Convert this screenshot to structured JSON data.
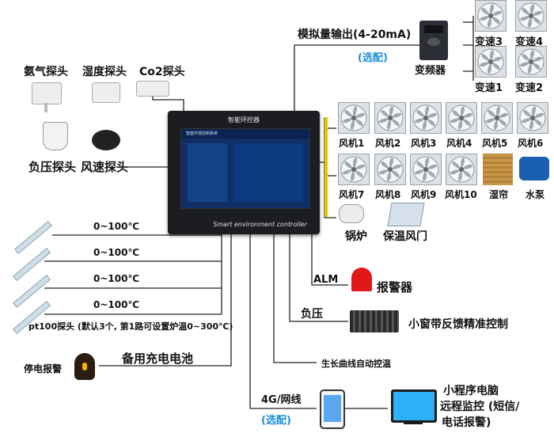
{
  "sensors": {
    "ammonia": "氨气探头",
    "humidity": "湿度探头",
    "co2": "Co2探头",
    "pressure": "负压探头",
    "wind": "风速探头"
  },
  "controller": {
    "title": "智能环控器",
    "brand": "Smart environment controller",
    "screen_title": "智能环境控制系统"
  },
  "analog": {
    "label": "模拟量输出(4-20mA)",
    "optional": "(选配)",
    "inverter": "变频器",
    "speeds": [
      "变速3",
      "变速4",
      "变速1",
      "变速2"
    ]
  },
  "fans": {
    "row1": [
      "风机1",
      "风机2",
      "风机3",
      "风机4",
      "风机5",
      "风机6"
    ],
    "row2": [
      "风机7",
      "风机8",
      "风机9",
      "风机10"
    ],
    "curtain": "湿帘",
    "pump": "水泵"
  },
  "extra": {
    "boiler": "锅炉",
    "insulated_door": "保温风门"
  },
  "temp_probes": {
    "ranges": [
      "0~100℃",
      "0~100℃",
      "0~100℃",
      "0~100℃"
    ],
    "note": "pt100探头 (默认3个, 第1路可设置炉温0~300℃)"
  },
  "power": {
    "outage_alarm": "停电报警",
    "backup_battery": "备用充电电池"
  },
  "alarm": {
    "alm": "ALM",
    "alarm_device": "报警器"
  },
  "negative_pressure": {
    "label": "负压",
    "window_control": "小窗带反馈精准控制"
  },
  "growth": {
    "label": "生长曲线自动控温"
  },
  "network": {
    "label": "4G/网线",
    "optional": "(选配)",
    "remote_line1": "小程序电脑",
    "remote_line2": "远程监控 (短信/",
    "remote_line3": "电话报警)"
  }
}
